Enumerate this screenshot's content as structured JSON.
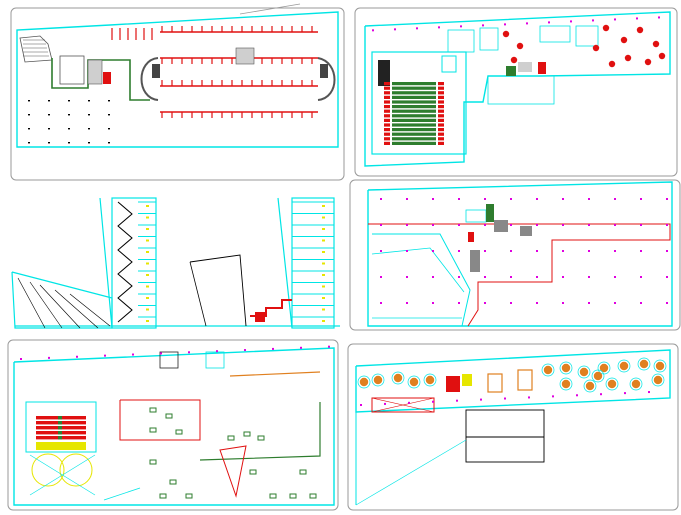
{
  "sheet": {
    "panels": [
      {
        "id": "parking-plan",
        "kind": "floor-plan"
      },
      {
        "id": "auditorium-plan",
        "kind": "floor-plan"
      },
      {
        "id": "section-elevation",
        "kind": "section"
      },
      {
        "id": "upper-floor-plan",
        "kind": "floor-plan"
      },
      {
        "id": "ground-floor-plan",
        "kind": "floor-plan"
      },
      {
        "id": "restaurant-plan",
        "kind": "floor-plan"
      }
    ],
    "colors": {
      "outline": "#9a9a9a",
      "wall": "#00e5e5",
      "red": "#e01010",
      "magenta": "#e000e0",
      "green": "#2e7d2e",
      "yellow": "#e6e600",
      "orange": "#e08020",
      "gray": "#888888",
      "black": "#000000"
    },
    "counts": {
      "parking_rows": 4,
      "auditorium_rows": 14,
      "floors_in_section": 11,
      "round_tables": 18
    }
  }
}
